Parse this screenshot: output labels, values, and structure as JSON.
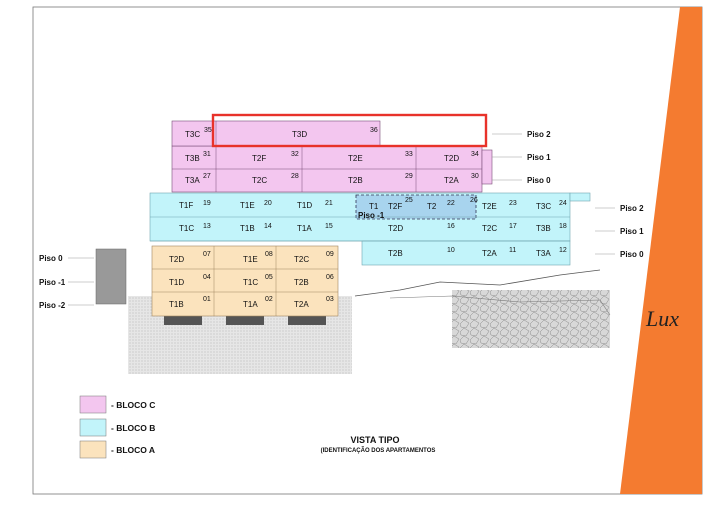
{
  "colors": {
    "bloco_c": "#f3c6ef",
    "bloco_b": "#c2f4fa",
    "bloco_a": "#fbe3bd",
    "t1_dark": "#a8d4ee",
    "accent": "#f47b30",
    "highlight": "#e8322a"
  },
  "title": "VISTA TIPO",
  "subtitle": "(IDENTIFICAÇÃO DOS APARTAMENTOS",
  "brand": "Lux",
  "legend": [
    {
      "label": "- BLOCO C"
    },
    {
      "label": "- BLOCO B"
    },
    {
      "label": "- BLOCO A"
    }
  ],
  "floors": {
    "bloco_c": [
      "Piso 2",
      "Piso 1",
      "Piso 0"
    ],
    "bloco_b": [
      "Piso 2",
      "Piso 1",
      "Piso 0"
    ],
    "bloco_a": [
      "Piso 0",
      "Piso -1",
      "Piso -2"
    ],
    "inner": "Piso -1"
  },
  "bloco_c_units": [
    {
      "label": "T3C",
      "num": "35"
    },
    {
      "label": "T3D",
      "num": "36"
    },
    {
      "label": "T3B",
      "num": "31"
    },
    {
      "label": "T2F",
      "num": "32"
    },
    {
      "label": "T2E",
      "num": "33"
    },
    {
      "label": "T2D",
      "num": "34"
    },
    {
      "label": "T3A",
      "num": "27"
    },
    {
      "label": "T2C",
      "num": "28"
    },
    {
      "label": "T2B",
      "num": "29"
    },
    {
      "label": "T2A",
      "num": "30"
    }
  ],
  "bloco_b_units": [
    {
      "label": "T1F",
      "num": "19"
    },
    {
      "label": "T1E",
      "num": "20"
    },
    {
      "label": "T1D",
      "num": "21"
    },
    {
      "label": "T1",
      "num": "25"
    },
    {
      "label": "T2F",
      "num": ""
    },
    {
      "label": "T2",
      "num": "22"
    },
    {
      "label": "T2E",
      "num": "26"
    },
    {
      "label": "",
      "num": "23"
    },
    {
      "label": "T3C",
      "num": "24"
    },
    {
      "label": "T1C",
      "num": "13"
    },
    {
      "label": "T1B",
      "num": "14"
    },
    {
      "label": "T1A",
      "num": "15"
    },
    {
      "label": "T2D",
      "num": "16"
    },
    {
      "label": "T2C",
      "num": "17"
    },
    {
      "label": "T3B",
      "num": "18"
    },
    {
      "label": "T2B",
      "num": "10"
    },
    {
      "label": "T2A",
      "num": "11"
    },
    {
      "label": "T3A",
      "num": "12"
    }
  ],
  "bloco_a_units": [
    {
      "label": "T2D",
      "num": "07"
    },
    {
      "label": "T1E",
      "num": "08"
    },
    {
      "label": "T2C",
      "num": "09"
    },
    {
      "label": "T1D",
      "num": "04"
    },
    {
      "label": "T1C",
      "num": "05"
    },
    {
      "label": "T2B",
      "num": "06"
    },
    {
      "label": "T1B",
      "num": "01"
    },
    {
      "label": "T1A",
      "num": "02"
    },
    {
      "label": "T2A",
      "num": "03"
    }
  ]
}
